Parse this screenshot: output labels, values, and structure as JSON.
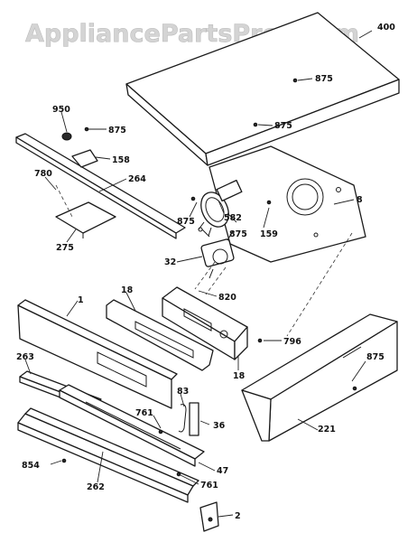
{
  "watermark": "AppliancePartsPros.com",
  "callouts": {
    "c400": "400",
    "c875a": "875",
    "c875b": "875",
    "c950": "950",
    "c875c": "875",
    "c158": "158",
    "c264": "264",
    "c780": "780",
    "c275": "275",
    "c8": "8",
    "c875d": "875",
    "c582": "582",
    "c875e": "875",
    "c159": "159",
    "c32": "32",
    "c820": "820",
    "c18a": "18",
    "c1": "1",
    "c796": "796",
    "c18b": "18",
    "c263": "263",
    "c875f": "875",
    "c83": "83",
    "c761a": "761",
    "c36": "36",
    "c221": "221",
    "c854": "854",
    "c262": "262",
    "c47": "47",
    "c761b": "761",
    "c2": "2"
  }
}
